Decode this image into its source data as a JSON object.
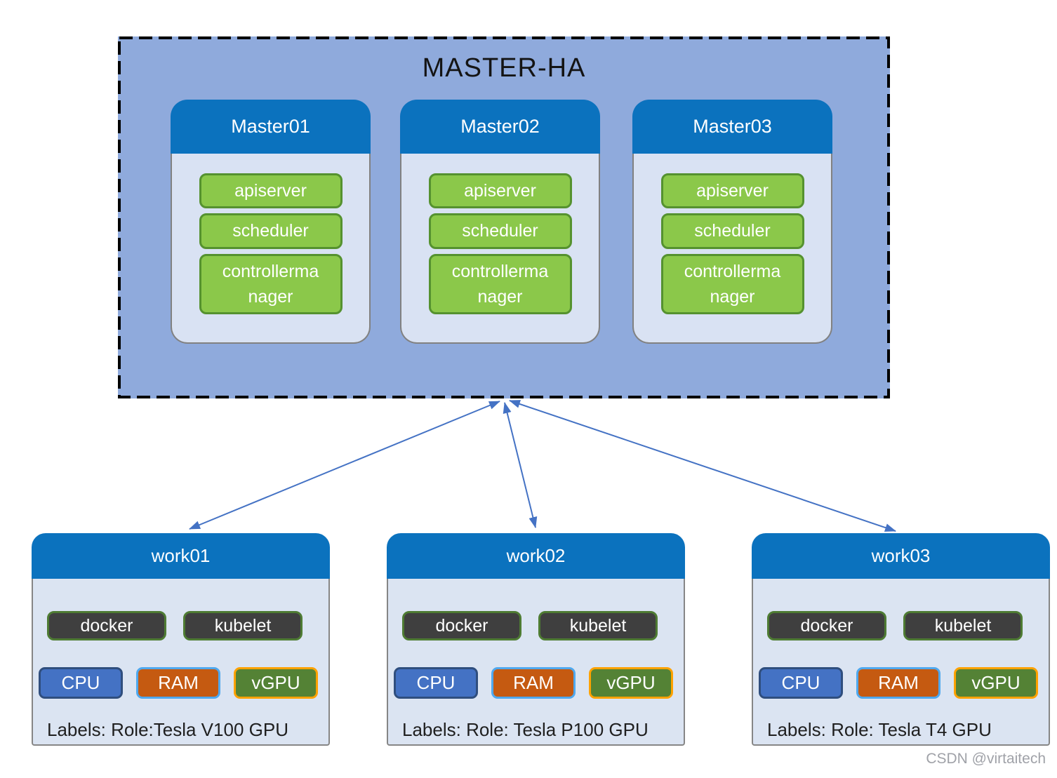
{
  "master_ha": {
    "title": "MASTER-HA",
    "masters": [
      {
        "name": "Master01",
        "components": [
          "apiserver",
          "scheduler",
          "controllerma\nnager"
        ]
      },
      {
        "name": "Master02",
        "components": [
          "apiserver",
          "scheduler",
          "controllerma\nnager"
        ]
      },
      {
        "name": "Master03",
        "components": [
          "apiserver",
          "scheduler",
          "controllerma\nnager"
        ]
      }
    ]
  },
  "workers": [
    {
      "name": "work01",
      "runtime": [
        "docker",
        "kubelet"
      ],
      "resources": [
        "CPU",
        "RAM",
        "vGPU"
      ],
      "label": "Labels: Role:Tesla V100 GPU"
    },
    {
      "name": "work02",
      "runtime": [
        "docker",
        "kubelet"
      ],
      "resources": [
        "CPU",
        "RAM",
        "vGPU"
      ],
      "label": "Labels: Role: Tesla P100 GPU"
    },
    {
      "name": "work03",
      "runtime": [
        "docker",
        "kubelet"
      ],
      "resources": [
        "CPU",
        "RAM",
        "vGPU"
      ],
      "label": "Labels: Role: Tesla T4 GPU"
    }
  ],
  "colors": {
    "master_ha_bg": "#8FAADC",
    "dashed_border": "#000000",
    "header_blue": "#0B72BE",
    "master_body_bg": "#D9E2F3",
    "worker_body_bg": "#DBE4F2",
    "green_pill_fill": "#8BC84A",
    "green_pill_border": "#55922F",
    "dark_pill_fill": "#3F3F3F",
    "dark_pill_border": "#4E7B33",
    "cpu_fill": "#4472C4",
    "cpu_border": "#2F4E7E",
    "ram_fill": "#C55A11",
    "ram_border": "#4FA8EE",
    "vgpu_fill": "#548235",
    "vgpu_border": "#FFA200",
    "arrow": "#4472C4"
  },
  "watermark": "CSDN @virtaitech"
}
